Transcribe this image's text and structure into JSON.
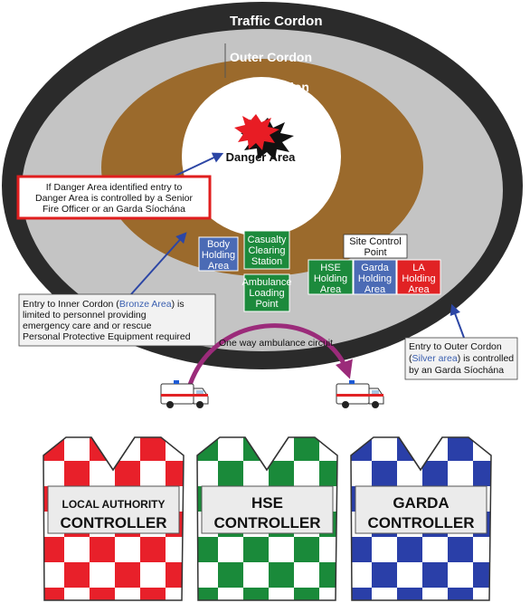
{
  "cordons": {
    "traffic": "Traffic Cordon",
    "outer": "Outer Cordon",
    "inner": "Inner Cordon",
    "danger": "Danger Area"
  },
  "areas": {
    "body_holding": [
      "Body",
      "Holding",
      "Area"
    ],
    "casualty_clearing": [
      "Casualty",
      "Clearing",
      "Station"
    ],
    "ambulance_loading": [
      "Ambulance",
      "Loading",
      "Point"
    ],
    "site_control": [
      "Site Control",
      "Point"
    ],
    "hse_holding": [
      "HSE",
      "Holding",
      "Area"
    ],
    "garda_holding": [
      "Garda",
      "Holding",
      "Area"
    ],
    "la_holding": [
      "LA",
      "Holding",
      "Area"
    ]
  },
  "notes": {
    "danger_area": [
      "If Danger Area identified entry to",
      "Danger Area is controlled by a Senior",
      "Fire Officer or an Garda Síochána"
    ],
    "inner_cordon": {
      "line1_before": "Entry to Inner Cordon (",
      "line1_highlight": "Bronze Area",
      "line1_after": ") is",
      "lines": [
        "limited to personnel providing",
        "emergency care and or rescue",
        "Personal Protective Equipment required"
      ]
    },
    "outer_cordon": {
      "line1": "Entry to Outer Cordon",
      "line2_before": "(",
      "line2_highlight": "Silver area",
      "line2_after": ") is controlled",
      "line3": "by an Garda Síochána"
    }
  },
  "circuit_label": "One way ambulance circuit",
  "controllers": [
    {
      "line1": "LOCAL AUTHORITY",
      "line2": "CONTROLLER",
      "color": "#e8202a"
    },
    {
      "line1": "HSE",
      "line2": "CONTROLLER",
      "color": "#1a8a3a"
    },
    {
      "line1": "GARDA",
      "line2": "CONTROLLER",
      "color": "#2a3fa8"
    }
  ],
  "colors": {
    "traffic_ring": "#2b2b2b",
    "outer_ring": "#c4c4c4",
    "inner_ring": "#9b6a2c",
    "green_box": "#1c8a3c",
    "blue_box": "#4b6bb5",
    "red_box": "#e12224",
    "highlight_text": "#3a5fb0",
    "note_border_red": "#e01e1e",
    "arrow": "#2c46a5",
    "circuit": "#9b2b7a"
  }
}
